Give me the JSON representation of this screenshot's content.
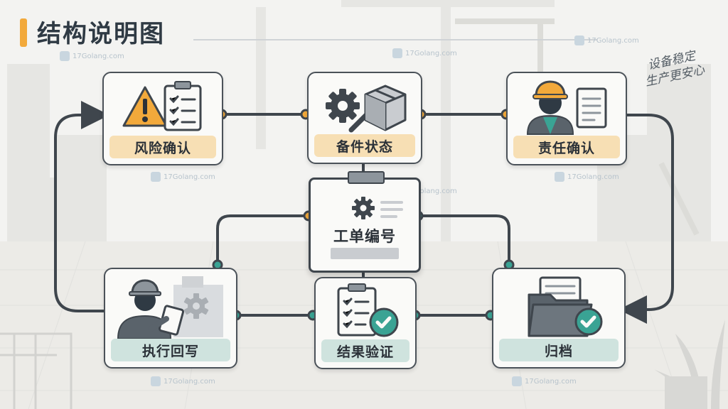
{
  "title": "结构说明图",
  "slogan": [
    "设备稳定",
    "生产更安心"
  ],
  "watermark": "17Golang.com",
  "nodes": {
    "risk": "风险确认",
    "parts": "备件状态",
    "responsibility": "责任确认",
    "work_order": "工单编号",
    "execute": "执行回写",
    "verify": "结果验证",
    "archive": "归档"
  },
  "colors": {
    "accent_orange": "#f2a93b",
    "accent_teal": "#3aa394",
    "line": "#3f464d"
  }
}
